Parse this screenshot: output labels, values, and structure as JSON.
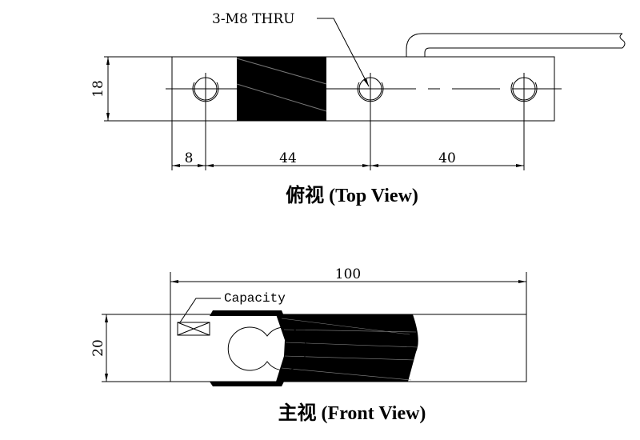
{
  "top_view": {
    "title": "俯视 (Top View)",
    "hole_note": "3-M8  THRU",
    "dims": {
      "height": "18",
      "edge_to_hole": "8",
      "hole1_to_hole2": "44",
      "hole2_to_hole3": "40"
    }
  },
  "front_view": {
    "title": "主视 (Front View)",
    "capacity_label": "Capacity",
    "dims": {
      "length": "100",
      "height": "20"
    }
  },
  "colors": {
    "line": "#000000",
    "background": "#ffffff"
  }
}
